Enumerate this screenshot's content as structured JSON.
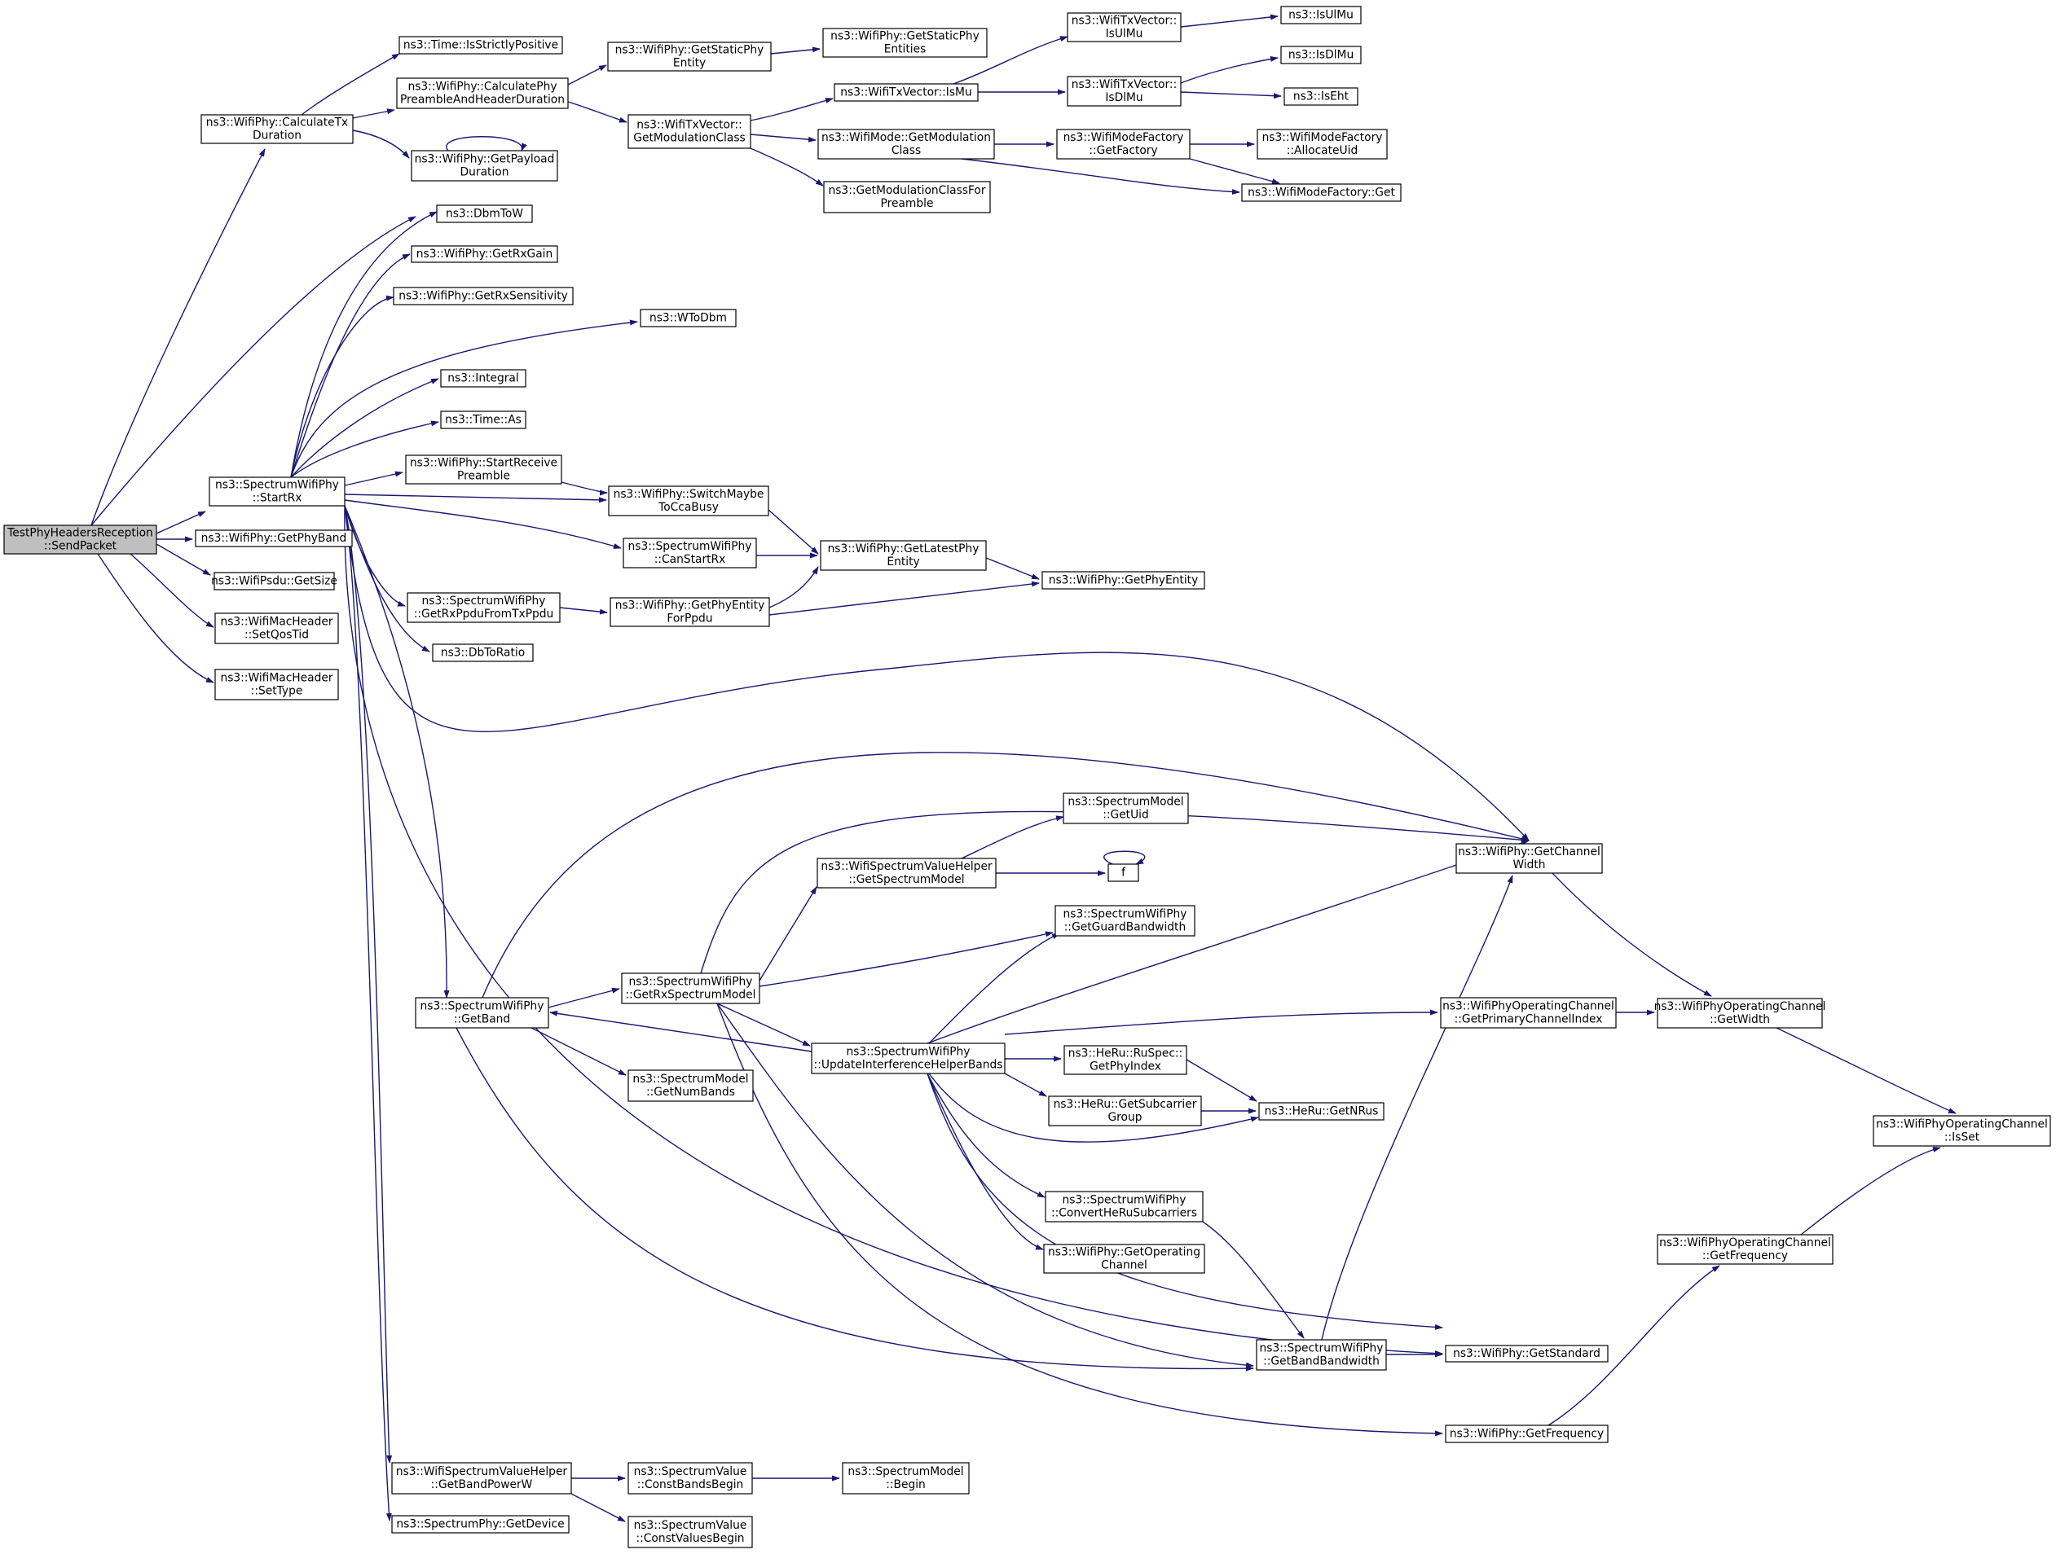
{
  "colors": {
    "edge": "#191970",
    "node_border": "#000000",
    "node_fill": "#ffffff",
    "root_fill": "#bfbfbf"
  },
  "nodes": [
    {
      "id": "n_root",
      "lines": [
        "TestPhyHeadersReception",
        "::SendPacket"
      ],
      "root": true
    },
    {
      "id": "n_calctx",
      "lines": [
        "ns3::WifiPhy::CalculateTx",
        "Duration"
      ]
    },
    {
      "id": "n_startrx",
      "lines": [
        "ns3::SpectrumWifiPhy",
        "::StartRx"
      ]
    },
    {
      "id": "n_getphyband",
      "lines": [
        "ns3::WifiPhy::GetPhyBand"
      ]
    },
    {
      "id": "n_psdusize",
      "lines": [
        "ns3::WifiPsdu::GetSize"
      ]
    },
    {
      "id": "n_setqos",
      "lines": [
        "ns3::WifiMacHeader",
        "::SetQosTid"
      ]
    },
    {
      "id": "n_settype",
      "lines": [
        "ns3::WifiMacHeader",
        "::SetType"
      ]
    },
    {
      "id": "n_strictpos",
      "lines": [
        "ns3::Time::IsStrictlyPositive"
      ]
    },
    {
      "id": "n_calcpre",
      "lines": [
        "ns3::WifiPhy::CalculatePhy",
        "PreambleAndHeaderDuration"
      ]
    },
    {
      "id": "n_getpayload",
      "lines": [
        "ns3::WifiPhy::GetPayload",
        "Duration"
      ]
    },
    {
      "id": "n_dbmtow",
      "lines": [
        "ns3::DbmToW"
      ]
    },
    {
      "id": "n_getrxgain",
      "lines": [
        "ns3::WifiPhy::GetRxGain"
      ]
    },
    {
      "id": "n_getrxsens",
      "lines": [
        "ns3::WifiPhy::GetRxSensitivity"
      ]
    },
    {
      "id": "n_wtodbm",
      "lines": [
        "ns3::WToDbm"
      ]
    },
    {
      "id": "n_integral",
      "lines": [
        "ns3::Integral"
      ]
    },
    {
      "id": "n_timeas",
      "lines": [
        "ns3::Time::As"
      ]
    },
    {
      "id": "n_startpre",
      "lines": [
        "ns3::WifiPhy::StartReceive",
        "Preamble"
      ]
    },
    {
      "id": "n_switch",
      "lines": [
        "ns3::WifiPhy::SwitchMaybe",
        "ToCcaBusy"
      ]
    },
    {
      "id": "n_canstart",
      "lines": [
        "ns3::SpectrumWifiPhy",
        "::CanStartRx"
      ]
    },
    {
      "id": "n_getrxppdu",
      "lines": [
        "ns3::SpectrumWifiPhy",
        "::GetRxPpduFromTxPpdu"
      ]
    },
    {
      "id": "n_getphyent4ppdu",
      "lines": [
        "ns3::WifiPhy::GetPhyEntity",
        "ForPpdu"
      ]
    },
    {
      "id": "n_dbtoratio",
      "lines": [
        "ns3::DbToRatio"
      ]
    },
    {
      "id": "n_getlatest",
      "lines": [
        "ns3::WifiPhy::GetLatestPhy",
        "Entity"
      ]
    },
    {
      "id": "n_getphyentity",
      "lines": [
        "ns3::WifiPhy::GetPhyEntity"
      ]
    },
    {
      "id": "n_getstaticphy",
      "lines": [
        "ns3::WifiPhy::GetStaticPhy",
        "Entity"
      ]
    },
    {
      "id": "n_getstaticphies",
      "lines": [
        "ns3::WifiPhy::GetStaticPhy",
        "Entities"
      ]
    },
    {
      "id": "n_getmodclass",
      "lines": [
        "ns3::WifiTxVector::",
        "GetModulationClass"
      ]
    },
    {
      "id": "n_ismu",
      "lines": [
        "ns3::WifiTxVector::IsMu"
      ]
    },
    {
      "id": "n_isulmu_vec",
      "lines": [
        "ns3::WifiTxVector::",
        "IsUlMu"
      ]
    },
    {
      "id": "n_isdlmu_vec",
      "lines": [
        "ns3::WifiTxVector::",
        "IsDlMu"
      ]
    },
    {
      "id": "n_isulmu",
      "lines": [
        "ns3::IsUlMu"
      ]
    },
    {
      "id": "n_isdlmu",
      "lines": [
        "ns3::IsDlMu"
      ]
    },
    {
      "id": "n_iseht",
      "lines": [
        "ns3::IsEht"
      ]
    },
    {
      "id": "n_modegetmod",
      "lines": [
        "ns3::WifiMode::GetModulation",
        "Class"
      ]
    },
    {
      "id": "n_getmodpre",
      "lines": [
        "ns3::GetModulationClassFor",
        "Preamble"
      ]
    },
    {
      "id": "n_getfactory",
      "lines": [
        "ns3::WifiModeFactory",
        "::GetFactory"
      ]
    },
    {
      "id": "n_allocuid",
      "lines": [
        "ns3::WifiModeFactory",
        "::AllocateUid"
      ]
    },
    {
      "id": "n_factoryget",
      "lines": [
        "ns3::WifiModeFactory::Get"
      ]
    },
    {
      "id": "n_getband",
      "lines": [
        "ns3::SpectrumWifiPhy",
        "::GetBand"
      ]
    },
    {
      "id": "n_getrxspec",
      "lines": [
        "ns3::SpectrumWifiPhy",
        "::GetRxSpectrumModel"
      ]
    },
    {
      "id": "n_getnumbands",
      "lines": [
        "ns3::SpectrumModel",
        "::GetNumBands"
      ]
    },
    {
      "id": "n_getspecmodel",
      "lines": [
        "ns3::WifiSpectrumValueHelper",
        "::GetSpectrumModel"
      ]
    },
    {
      "id": "n_getuid",
      "lines": [
        "ns3::SpectrumModel",
        "::GetUid"
      ]
    },
    {
      "id": "n_f",
      "lines": [
        "f"
      ]
    },
    {
      "id": "n_getguard",
      "lines": [
        "ns3::SpectrumWifiPhy",
        "::GetGuardBandwidth"
      ]
    },
    {
      "id": "n_updateint",
      "lines": [
        "ns3::SpectrumWifiPhy",
        "::UpdateInterferenceHelperBands"
      ]
    },
    {
      "id": "n_getchanwidth",
      "lines": [
        "ns3::WifiPhy::GetChannel",
        "Width"
      ]
    },
    {
      "id": "n_getprimary",
      "lines": [
        "ns3::WifiPhyOperatingChannel",
        "::GetPrimaryChannelIndex"
      ]
    },
    {
      "id": "n_opgetwidth",
      "lines": [
        "ns3::WifiPhyOperatingChannel",
        "::GetWidth"
      ]
    },
    {
      "id": "n_isset",
      "lines": [
        "ns3::WifiPhyOperatingChannel",
        "::IsSet"
      ]
    },
    {
      "id": "n_getphyindex",
      "lines": [
        "ns3::HeRu::RuSpec::",
        "GetPhyIndex"
      ]
    },
    {
      "id": "n_getsubgroup",
      "lines": [
        "ns3::HeRu::GetSubcarrier",
        "Group"
      ]
    },
    {
      "id": "n_getnrus",
      "lines": [
        "ns3::HeRu::GetNRus"
      ]
    },
    {
      "id": "n_convheru",
      "lines": [
        "ns3::SpectrumWifiPhy",
        "::ConvertHeRuSubcarriers"
      ]
    },
    {
      "id": "n_getopchan",
      "lines": [
        "ns3::WifiPhy::GetOperating",
        "Channel"
      ]
    },
    {
      "id": "n_opgetfreq",
      "lines": [
        "ns3::WifiPhyOperatingChannel",
        "::GetFrequency"
      ]
    },
    {
      "id": "n_getbandbw",
      "lines": [
        "ns3::SpectrumWifiPhy",
        "::GetBandBandwidth"
      ]
    },
    {
      "id": "n_getstandard",
      "lines": [
        "ns3::WifiPhy::GetStandard"
      ]
    },
    {
      "id": "n_getfreq",
      "lines": [
        "ns3::WifiPhy::GetFrequency"
      ]
    },
    {
      "id": "n_getbandpower",
      "lines": [
        "ns3::WifiSpectrumValueHelper",
        "::GetBandPowerW"
      ]
    },
    {
      "id": "n_getdevice",
      "lines": [
        "ns3::SpectrumPhy::GetDevice"
      ]
    },
    {
      "id": "n_constbands",
      "lines": [
        "ns3::SpectrumValue",
        "::ConstBandsBegin"
      ]
    },
    {
      "id": "n_constvalues",
      "lines": [
        "ns3::SpectrumValue",
        "::ConstValuesBegin"
      ]
    },
    {
      "id": "n_specbegin",
      "lines": [
        "ns3::SpectrumModel",
        "::Begin"
      ]
    }
  ]
}
